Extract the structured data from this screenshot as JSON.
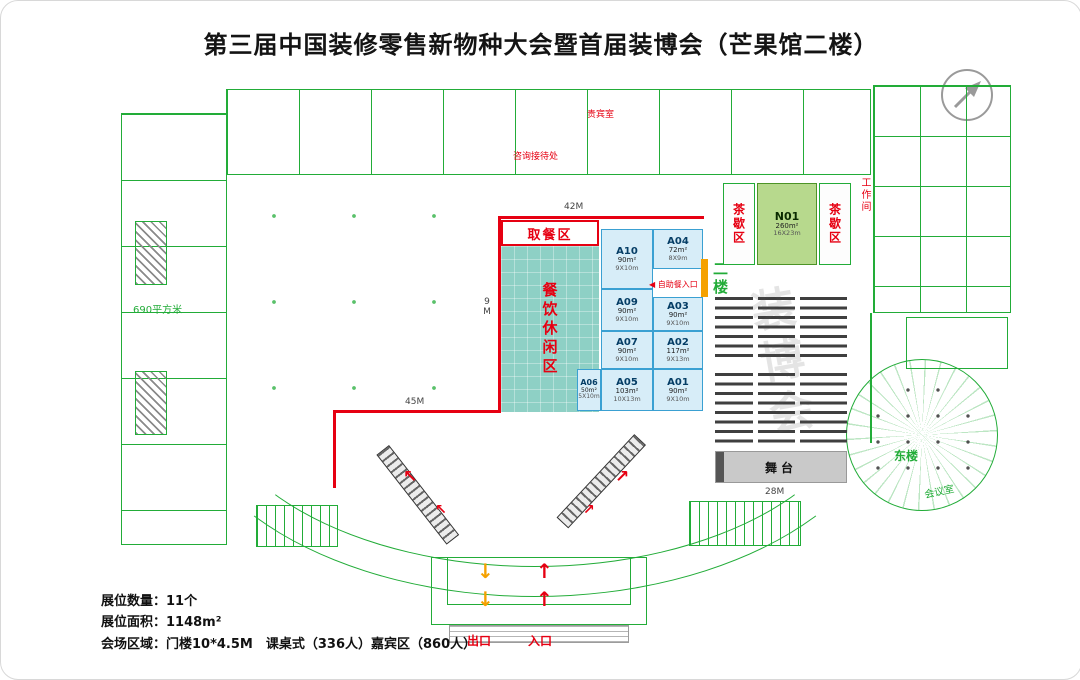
{
  "title": "第三届中国装修零售新物种大会暨首届装博会（芒果馆二楼）",
  "info_lines": {
    "booth_count": "展位数量：11个",
    "booth_area": "展位面积：1148m²",
    "venue": "会场区域：门楼10*4.5M　课桌式（336人）嘉宾区（860人）"
  },
  "zones": {
    "food_pickup": "取餐区",
    "dining_lounge": "餐饮休闲区",
    "tea_break_left": "茶歇区",
    "tea_break_right": "茶歇区",
    "stage": "舞台",
    "second_floor": "二楼",
    "east_building": "东楼",
    "meeting_room": "会议室",
    "vip_room": "贵宾室",
    "work_room": "工作间",
    "reception": "咨询接待处",
    "buffet_entrance": "自助餐入口",
    "west_area": "690平方米",
    "exit": "出口",
    "entrance": "入口",
    "watermark": "装博会"
  },
  "dimensions": {
    "top_width": "42M",
    "bottom_width": "45M",
    "left_height": "9M",
    "stage_width": "28M"
  },
  "booths": [
    {
      "id": "N01",
      "area": "260m²",
      "size": "16X23m"
    },
    {
      "id": "A10",
      "area": "90m²",
      "size": "9X10m"
    },
    {
      "id": "A09",
      "area": "90m²",
      "size": "9X10m"
    },
    {
      "id": "A07",
      "area": "90m²",
      "size": "9X10m"
    },
    {
      "id": "A06",
      "area": "50m²",
      "size": "5X10m"
    },
    {
      "id": "A05",
      "area": "103m²",
      "size": "10X13m"
    },
    {
      "id": "A04",
      "area": "72m²",
      "size": "8X9m"
    },
    {
      "id": "A03",
      "area": "90m²",
      "size": "9X10m"
    },
    {
      "id": "A02",
      "area": "117m²",
      "size": "9X13m"
    },
    {
      "id": "A01",
      "area": "90m²",
      "size": "9X10m"
    }
  ],
  "icons": {
    "down_arrow": "↓",
    "up_arrow": "↑",
    "upleft_arrow": "↖",
    "upright_arrow": "↗",
    "left_arrow": "◀"
  },
  "colors": {
    "cad_green": "#22ac38",
    "accent_red": "#e60012",
    "dining_teal": "#8ed0c5",
    "booth_fill": "#d7edf8",
    "booth_border": "#3aa0d2",
    "n01_fill": "#b7d98d",
    "stage_gray": "#c9c9c9",
    "exit_orange": "#f5a100"
  }
}
